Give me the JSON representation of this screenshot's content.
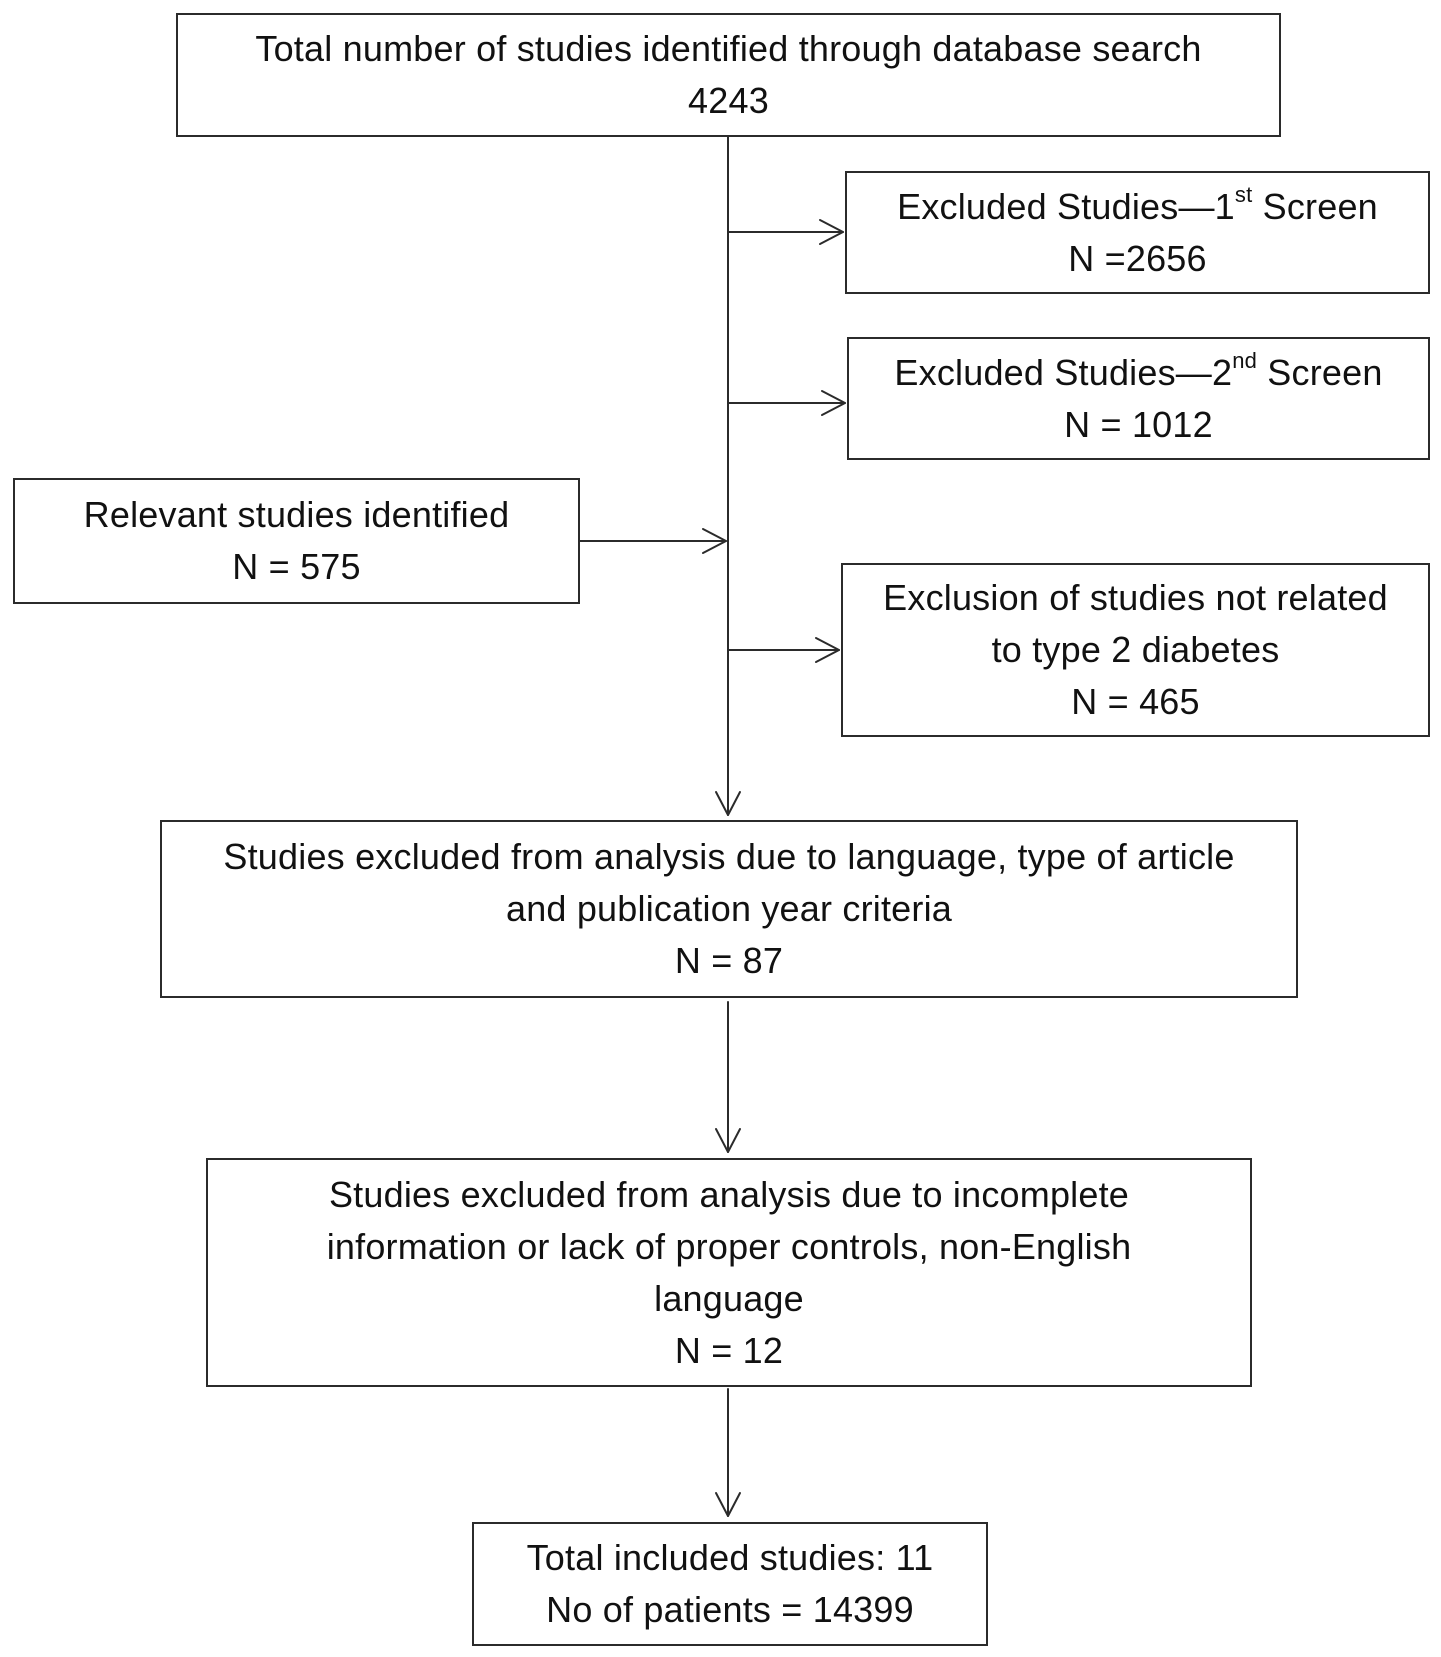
{
  "flow": {
    "total": {
      "line1": "Total number of studies identified through database search",
      "line2": "4243"
    },
    "excluded_first": {
      "label_prefix": "Excluded Studies—1",
      "label_sup": "st",
      "label_suffix": " Screen",
      "count": "N =2656"
    },
    "excluded_second": {
      "label_prefix": "Excluded Studies—2",
      "label_sup": "nd",
      "label_suffix": " Screen",
      "count": "N = 1012"
    },
    "relevant": {
      "line1": "Relevant studies identified",
      "count": "N = 575"
    },
    "excluded_t2d": {
      "line1": "Exclusion of studies not related",
      "line2": "to type 2 diabetes",
      "count": "N = 465"
    },
    "excluded_language": {
      "line1": "Studies excluded from analysis due to language, type of article",
      "line2": "and publication year criteria",
      "count": "N = 87"
    },
    "excluded_incomplete": {
      "line1": "Studies excluded from analysis due to incomplete",
      "line2": "information or lack of proper controls, non-English",
      "line3": "language",
      "count": "N = 12"
    },
    "final": {
      "line1": "Total included studies: 11",
      "line2": "No of patients = 14399"
    }
  }
}
